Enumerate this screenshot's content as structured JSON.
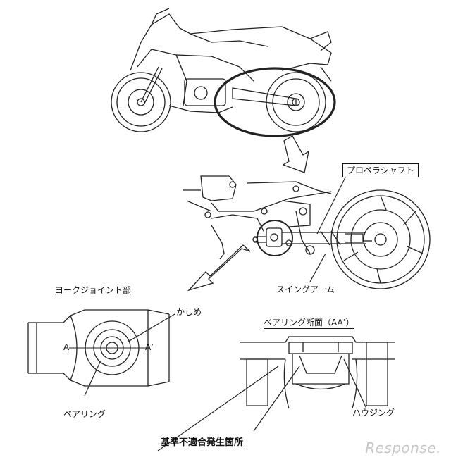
{
  "labels": {
    "propeller_shaft": "プロペラシャフト",
    "swing_arm": "スイングアーム",
    "yoke_joint": "ヨークジョイント部",
    "kashime": "かしめ",
    "section_a": "A",
    "section_a_prime": "A’",
    "bearing": "ベアリング",
    "bearing_section": "ベアリング断面（AA’）",
    "housing": "ハウジング",
    "nonconformity": "基準不適合発生箇所"
  },
  "watermark": "Response."
}
